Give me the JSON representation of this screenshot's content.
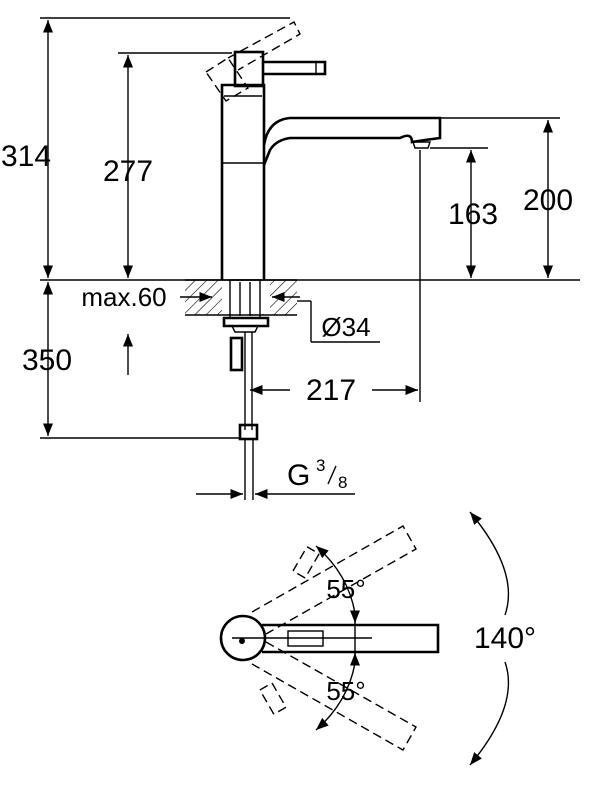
{
  "dimensions": {
    "total_height": "314",
    "spout_height": "277",
    "aerator_height": "163",
    "body_height": "200",
    "counter_thickness": "max.60",
    "hole_diameter": "Ø34",
    "hose_length": "350",
    "reach": "217",
    "thread_prefix": "G",
    "thread_num": "3",
    "thread_den": "8"
  },
  "rotation": {
    "angle_upper": "55°",
    "angle_lower": "55°",
    "angle_total": "140°"
  },
  "colors": {
    "line": "#000000",
    "background": "#ffffff"
  }
}
